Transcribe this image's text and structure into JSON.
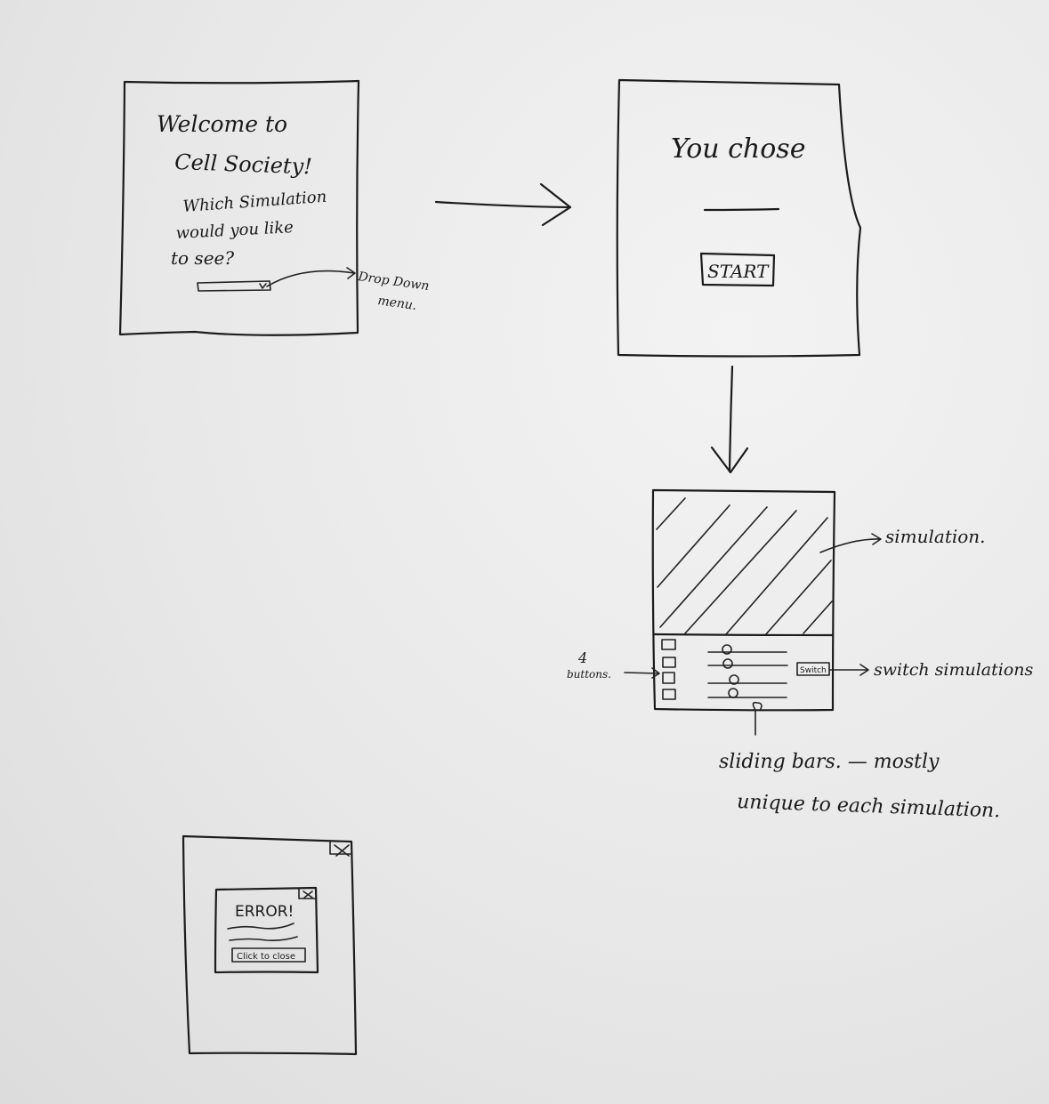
{
  "welcome_screen": {
    "title_line1": "Welcome to",
    "title_line2": "Cell Society!",
    "prompt_line1": "Which Simulation",
    "prompt_line2": "would you like",
    "prompt_line3": "to see?",
    "dropdown_annotation_line1": "Drop Down",
    "dropdown_annotation_line2": "menu."
  },
  "chosen_screen": {
    "heading": "You chose",
    "start_label": "START"
  },
  "simulation_screen": {
    "simulation_annotation": "simulation.",
    "buttons_annotation_count": "4",
    "buttons_annotation_label": "buttons.",
    "switch_label": "Switch",
    "switch_annotation": "switch simulations",
    "sliders_annotation_line1": "sliding bars. — mostly",
    "sliders_annotation_line2": "unique to each simulation."
  },
  "error_screen": {
    "title": "ERROR!",
    "button_label": "Click to close"
  }
}
